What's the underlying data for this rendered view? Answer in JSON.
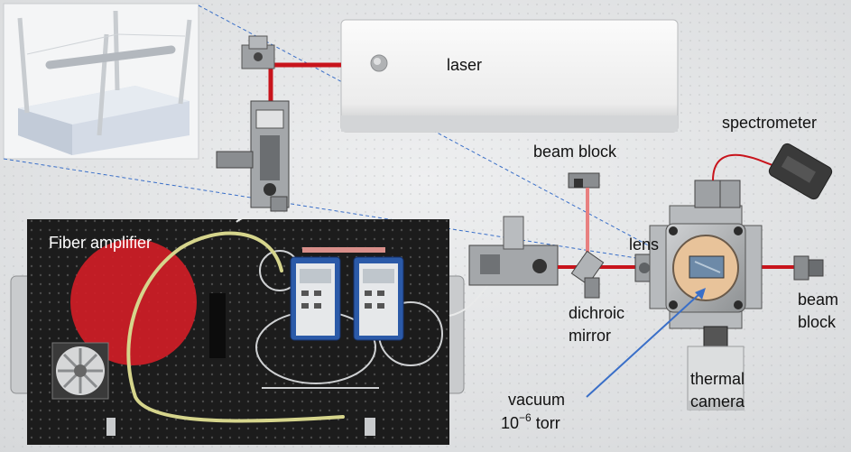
{
  "labels": {
    "laser": "laser",
    "spectrometer": "spectrometer",
    "beam_block_top": "beam block",
    "lens": "lens",
    "fiber_amplifier": "Fiber amplifier",
    "beam_block_right_1": "beam",
    "beam_block_right_2": "block",
    "dichroic_1": "dichroic",
    "dichroic_2": "mirror",
    "thermal_1": "thermal",
    "thermal_2": "camera",
    "vacuum_1": "vacuum",
    "vacuum_base": "10",
    "vacuum_exp": "−6",
    "vacuum_unit": "torr"
  },
  "colors": {
    "beam": "#c8141c",
    "beam_faint": "#e88080",
    "fiber": "#d6d58c",
    "fan_red": "#cf1d26",
    "breadboard": "#1c1c1c",
    "pointer": "#3a6fc8"
  }
}
